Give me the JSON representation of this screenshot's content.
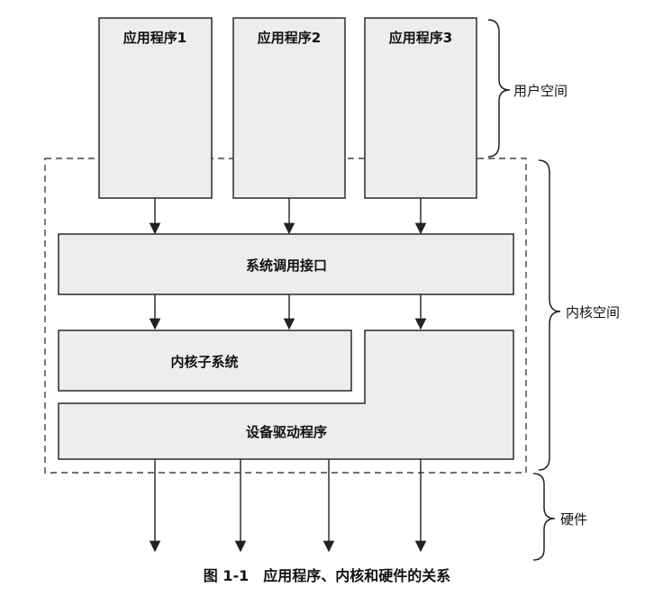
{
  "apps": [
    "应用程序1",
    "应用程序2",
    "应用程序3"
  ],
  "syscall": "系统调用接口",
  "subsystem": "内核子系统",
  "driver": "设备驱动程序",
  "regions": {
    "user": "用户空间",
    "kernel": "内核空间",
    "hardware": "硬件"
  },
  "caption": "图 1-1　应用程序、内核和硬件的关系"
}
